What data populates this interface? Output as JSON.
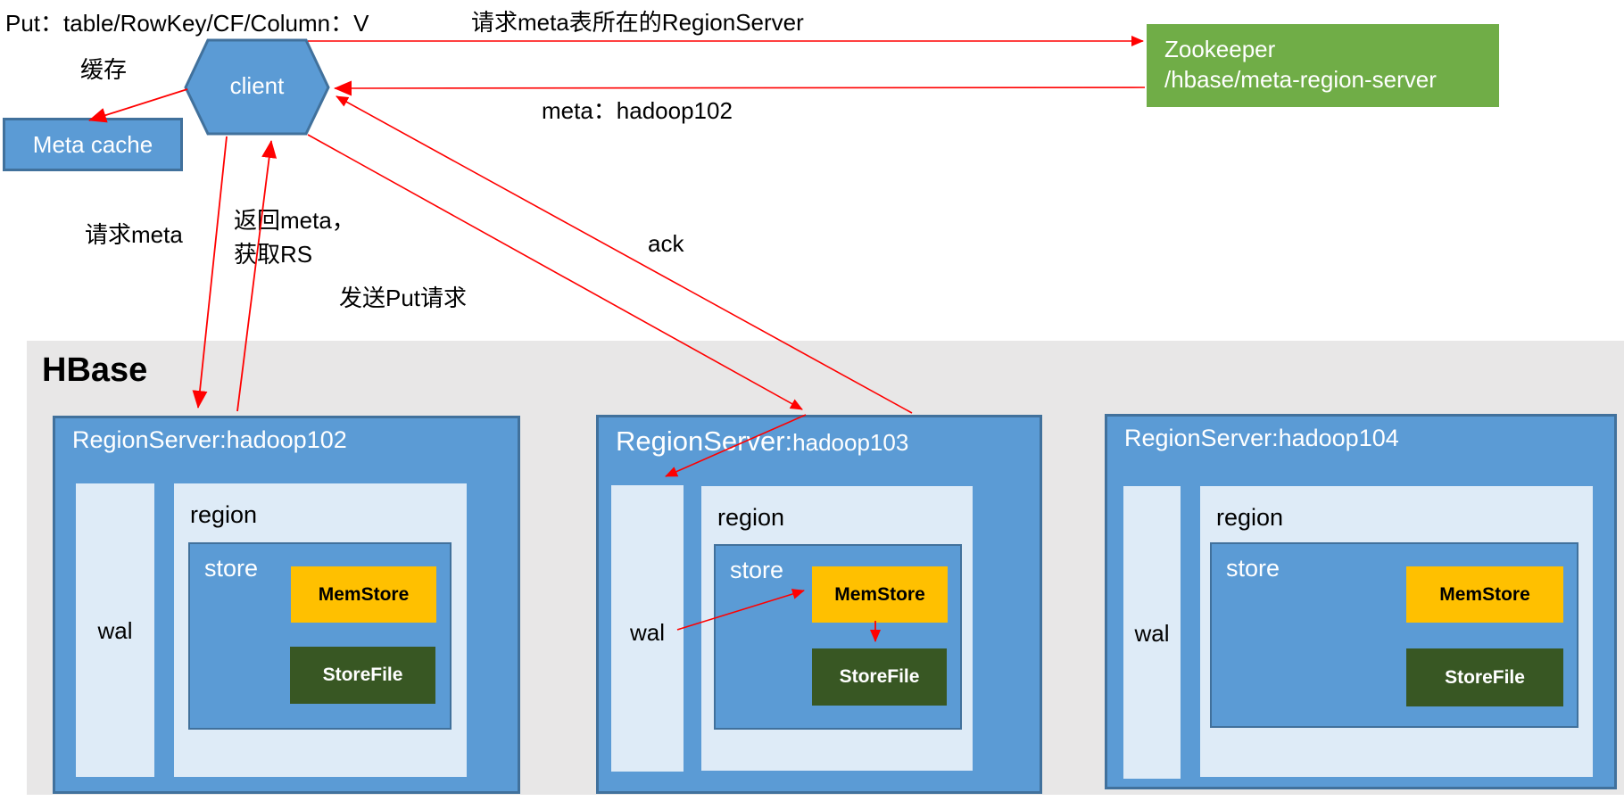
{
  "top": {
    "put_label": "Put：table/RowKey/CF/Column：V",
    "client_label": "client",
    "meta_cache_label": "Meta cache",
    "zookeeper": {
      "line1": "Zookeeper",
      "line2": "/hbase/meta-region-server"
    }
  },
  "labels": {
    "cache": "缓存",
    "zk_request": "请求meta表所在的RegionServer",
    "meta_return": "meta：hadoop102",
    "request_meta": "请求meta",
    "return_meta_line1": "返回meta，",
    "return_meta_line2": "获取RS",
    "send_put": "发送Put请求",
    "ack": "ack"
  },
  "hbase": {
    "title": "HBase",
    "region_servers": [
      {
        "title_prefix": "RegionServer:",
        "title_suffix": "hadoop102",
        "wal_label": "wal",
        "region_label": "region",
        "store_label": "store",
        "memstore_label": "MemStore",
        "storefile_label": "StoreFile"
      },
      {
        "title_prefix": "RegionServer:",
        "title_suffix": "hadoop103",
        "wal_label": "wal",
        "region_label": "region",
        "store_label": "store",
        "memstore_label": "MemStore",
        "storefile_label": "StoreFile"
      },
      {
        "title_prefix": "RegionServer:",
        "title_suffix": "hadoop104",
        "wal_label": "wal",
        "region_label": "region",
        "store_label": "store",
        "memstore_label": "MemStore",
        "storefile_label": "StoreFile"
      }
    ]
  },
  "colors": {
    "box_blue": "#5B9BD5",
    "box_blue_border": "#41719C",
    "light_blue": "#DEEBF7",
    "zookeeper_green": "#70AD47",
    "memstore_gold": "#FFC000",
    "storefile_green": "#385723",
    "hbase_gray": "#E8E7E7",
    "arrow_red": "#FF0000"
  }
}
